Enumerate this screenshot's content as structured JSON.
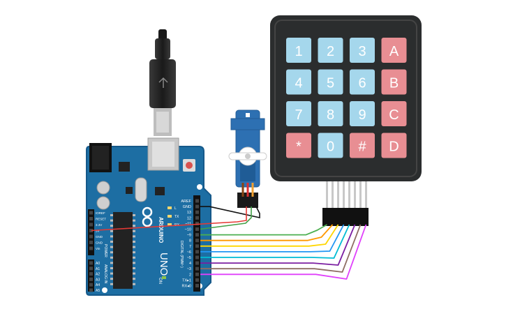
{
  "keypad": {
    "keys": [
      [
        "1",
        "2",
        "3",
        "A"
      ],
      [
        "4",
        "5",
        "6",
        "B"
      ],
      [
        "7",
        "8",
        "9",
        "C"
      ],
      [
        "*",
        "0",
        "#",
        "D"
      ]
    ],
    "colors": {
      "frame": "#2b2d2e",
      "inner": "#1c1d1e",
      "digit_key": "#a5d7ec",
      "digit_text": "#ffffff",
      "letter_key": "#e88e93",
      "pin": "#c8c8c8"
    }
  },
  "arduino": {
    "brand": "ARDUINO",
    "model": "UNO",
    "pin_labels": [
      "AREF",
      "GND",
      "13",
      "12",
      "~11",
      "~10",
      "~9",
      "8",
      "7",
      "~6",
      "~5",
      "4",
      "~3",
      "2",
      "TX▸1",
      "RX◂0"
    ],
    "section_digital": "DIGITAL (PWM~)",
    "power_labels": [
      "IOREF",
      "RESET",
      "3.3V",
      "5V",
      "GND",
      "GND",
      "Vin"
    ],
    "section_power": "POWER",
    "analog_labels": [
      "A0",
      "A1",
      "A2",
      "A3",
      "A4",
      "A5"
    ],
    "section_analog": "ANALOG IN",
    "on_label": "ON",
    "led_labels": [
      "L",
      "TX",
      "RX"
    ],
    "colors": {
      "board": "#1d6ea3",
      "board_edge": "#16598a",
      "silk": "#ffffff",
      "header": "#111111",
      "chip": "#222222"
    }
  },
  "usb": {
    "colors": {
      "body": "#2a2a2a",
      "metal": "#d0d0d0"
    }
  },
  "servo": {
    "colors": {
      "body": "#2d70b2",
      "horn": "#ffffff",
      "wire_brown": "#8b4513",
      "wire_red": "#e03030",
      "wire_orange": "#f0a030"
    }
  },
  "wires": {
    "colors": [
      "#4caf50",
      "#ff9800",
      "#ffd600",
      "#2196f3",
      "#00bcd4",
      "#7b1fa2",
      "#8d6e63",
      "#e040fb"
    ],
    "servo_gnd": "#111111",
    "servo_5v": "#e53935",
    "servo_signal": "#43a047"
  }
}
